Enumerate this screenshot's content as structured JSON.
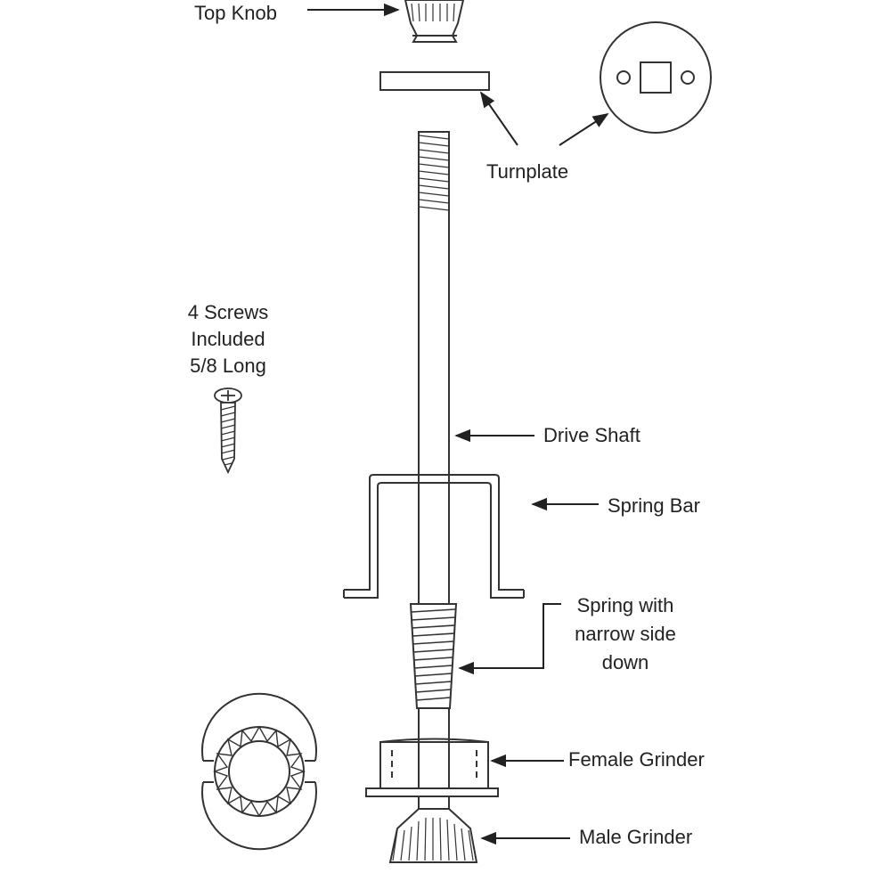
{
  "labels": {
    "top_knob": "Top Knob",
    "turnplate": "Turnplate",
    "screws_line1": "4 Screws",
    "screws_line2": "Included",
    "screws_line3": "5/8 Long",
    "drive_shaft": "Drive Shaft",
    "spring_bar": "Spring Bar",
    "spring_line1": "Spring with",
    "spring_line2": "narrow side",
    "spring_line3": "down",
    "female_grinder": "Female Grinder",
    "male_grinder": "Male Grinder"
  },
  "colors": {
    "line": "#333333",
    "text": "#222222",
    "background": "#ffffff"
  }
}
